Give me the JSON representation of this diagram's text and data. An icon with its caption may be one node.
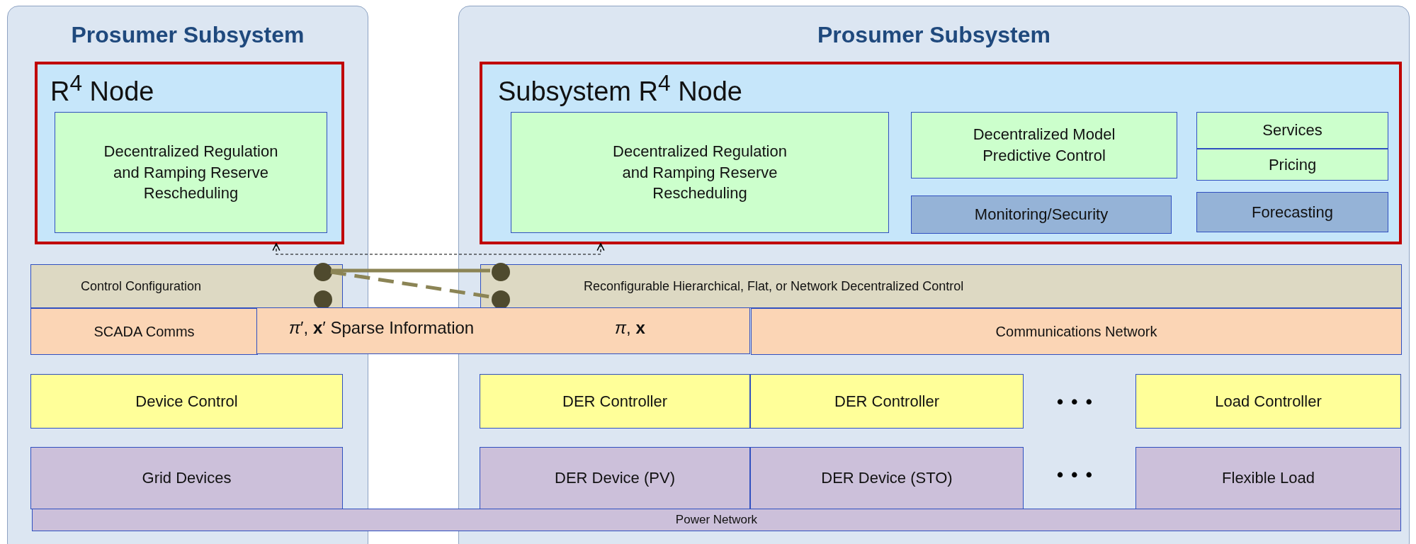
{
  "diagram": {
    "nodes": [
      {
        "text": [
          "Prosumer Subsystem"
        ]
      },
      {
        "text": [
          "R$^{4}$ Node"
        ],
        "in": 0
      },
      {
        "text": [
          "Decentralized Regulation and Ramping Reserve Rescheduling"
        ],
        "in": 1
      },
      {
        "text": [
          "Control Configuration"
        ],
        "in": 0
      },
      {
        "text": [
          "SCADA Comms"
        ],
        "in": 0
      },
      {
        "text": [
          "Device Control"
        ],
        "in": 0
      },
      {
        "text": [
          "Grid Devices"
        ],
        "in": 0
      },
      {
        "text": [
          "Prosumer Subsystem"
        ]
      },
      {
        "text": [
          "Subsystem R$^{4}$ Node"
        ],
        "in": 7
      },
      {
        "text": [
          "Decentralized Regulation and Ramping Reserve Rescheduling"
        ],
        "in": 8
      },
      {
        "text": [
          "Decentralized Model Predictive Control"
        ],
        "in": 8
      },
      {
        "text": [
          "Services"
        ],
        "in": 8
      },
      {
        "text": [
          "Pricing"
        ],
        "in": 8
      },
      {
        "text": [
          "Monitoring/Security"
        ],
        "in": 8
      },
      {
        "text": [
          "Forecasting"
        ],
        "in": 8
      },
      {
        "text": [
          "Reconfigurable Hierarchical, Flat, or Network Decentralized Control"
        ],
        "in": 7
      },
      {
        "text": [
          "Communications Network"
        ],
        "in": 7
      },
      {
        "text": [
          "DER Controller"
        ],
        "in": 7
      },
      {
        "text": [
          "DER Controller"
        ],
        "in": 7
      },
      {
        "text": [
          "Load Controller"
        ],
        "in": 7
      },
      {
        "text": [
          "DER Device (PV)"
        ],
        "in": 7
      },
      {
        "text": [
          "DER Device (STO)"
        ],
        "in": 7
      },
      {
        "text": [
          "Flexible Load"
        ],
        "in": 7
      },
      {
        "text": [
          "*π*′, **x**′ Sparse Information",
          "*π*, **x**"
        ]
      },
      {
        "text": [
          "Power Network"
        ]
      },
      {
        "text": [],
        "shape": "circle",
        "in": 3
      },
      {
        "text": [],
        "shape": "circle",
        "in": 3
      },
      {
        "text": [],
        "shape": "circle",
        "in": 15
      },
      {
        "text": [],
        "shape": "circle",
        "in": 15
      }
    ],
    "edges": [
      {
        "from": 25,
        "to": 27,
        "arrow": "none"
      },
      {
        "from": 25,
        "to": 28,
        "arrow": "none",
        "style": "dashed"
      },
      {
        "from": 1,
        "to": 8,
        "arrow": "both",
        "style": "dashed",
        "color": "#000000"
      }
    ],
    "labels": [
      "• • •",
      "• • •"
    ]
  }
}
